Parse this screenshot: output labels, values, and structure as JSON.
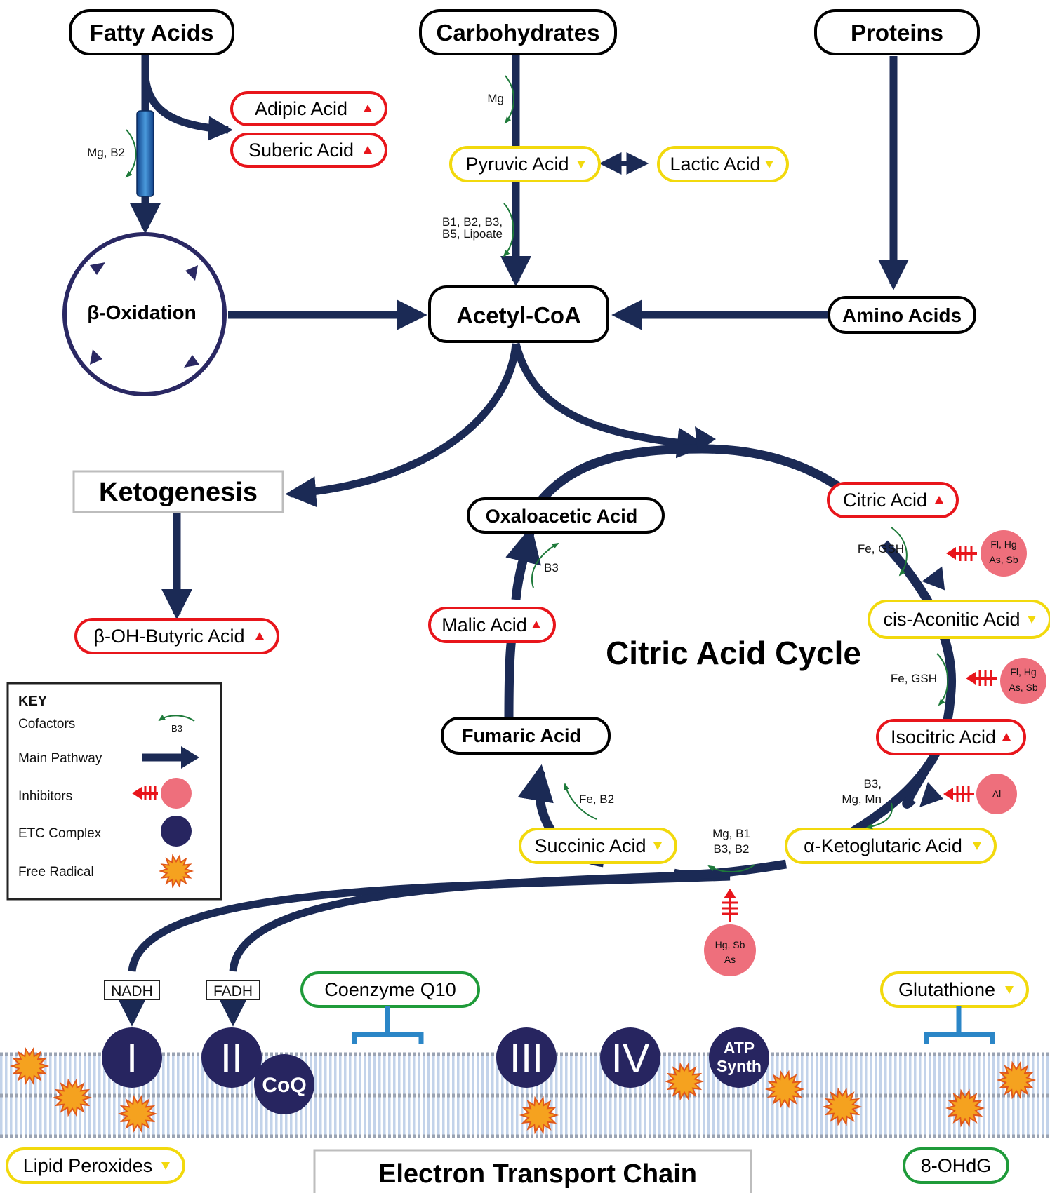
{
  "colors": {
    "pathway": "#1b2a55",
    "cycle_ring": "#2a2863",
    "high_marker": "#e8151b",
    "low_marker": "#f2d90d",
    "normal_marker": "#1f9b3a",
    "inhibitor": "#ee6f7c",
    "etc_complex": "#272560",
    "free_radical": "#f5a21f",
    "membrane": "#bfd0e8",
    "cofactor_arrow": "#1e7a3a",
    "blocker": "#2b86c7"
  },
  "sources": {
    "fatty_acids": "Fatty Acids",
    "carbohydrates": "Carbohydrates",
    "proteins": "Proteins"
  },
  "intermediates": {
    "beta_oxidation": "β-Oxidation",
    "acetyl_coa": "Acetyl-CoA",
    "amino_acids": "Amino Acids",
    "ketogenesis": "Ketogenesis",
    "oxaloacetic_acid": "Oxaloacetic Acid",
    "fumaric_acid": "Fumaric Acid"
  },
  "markers": {
    "adipic_acid": {
      "label": "Adipic Acid",
      "status": "high"
    },
    "suberic_acid": {
      "label": "Suberic Acid",
      "status": "high"
    },
    "pyruvic_acid": {
      "label": "Pyruvic Acid",
      "status": "low"
    },
    "lactic_acid": {
      "label": "Lactic Acid",
      "status": "low"
    },
    "beta_oh_butyric_acid": {
      "label": "β-OH-Butyric Acid",
      "status": "high"
    },
    "citric_acid": {
      "label": "Citric Acid",
      "status": "high"
    },
    "cis_aconitic_acid": {
      "label": "cis-Aconitic Acid",
      "status": "low"
    },
    "isocitric_acid": {
      "label": "Isocitric Acid",
      "status": "high"
    },
    "alpha_ketoglutaric_acid": {
      "label": "α-Ketoglutaric Acid",
      "status": "low"
    },
    "succinic_acid": {
      "label": "Succinic Acid",
      "status": "low"
    },
    "malic_acid": {
      "label": "Malic Acid",
      "status": "high"
    },
    "coenzyme_q10": {
      "label": "Coenzyme Q10",
      "status": "normal"
    },
    "glutathione": {
      "label": "Glutathione",
      "status": "low"
    },
    "lipid_peroxides": {
      "label": "Lipid Peroxides",
      "status": "low"
    },
    "ohdg": {
      "label": "8-OHdG",
      "status": "normal"
    }
  },
  "cofactors": {
    "fatty_acid_oxidation": "Mg, B2",
    "glycolysis": "Mg",
    "pdh_line1": "B1, B2, B3,",
    "pdh_line2": "B5, Lipoate",
    "aconitase1": "Fe, GSH",
    "aconitase2": "Fe, GSH",
    "idh_line1": "B3,",
    "idh_line2": "Mg, Mn",
    "akgdh_line1": "Mg, B1",
    "akgdh_line2": "B3, B2",
    "sdh": "Fe, B2",
    "mdh": "B3"
  },
  "inhibitors": {
    "aconitase1_line1": "Fl, Hg",
    "aconitase1_line2": "As, Sb",
    "aconitase2_line1": "Fl, Hg",
    "aconitase2_line2": "As, Sb",
    "idh": "Al",
    "akgdh_line1": "Hg, Sb",
    "akgdh_line2": "As"
  },
  "cycle_title": "Citric Acid Cycle",
  "carriers": {
    "nadh": "NADH",
    "fadh": "FADH"
  },
  "etc": {
    "complex_1": "I",
    "complex_2": "II",
    "coq": "CoQ",
    "complex_3": "III",
    "complex_4": "IV",
    "atp_line1": "ATP",
    "atp_line2": "Synth",
    "title": "Electron Transport Chain"
  },
  "key": {
    "title": "KEY",
    "cofactors": "Cofactors",
    "cofactor_example": "B3",
    "main_pathway": "Main Pathway",
    "inhibitors": "Inhibitors",
    "etc_complex": "ETC Complex",
    "free_radical": "Free Radical"
  }
}
